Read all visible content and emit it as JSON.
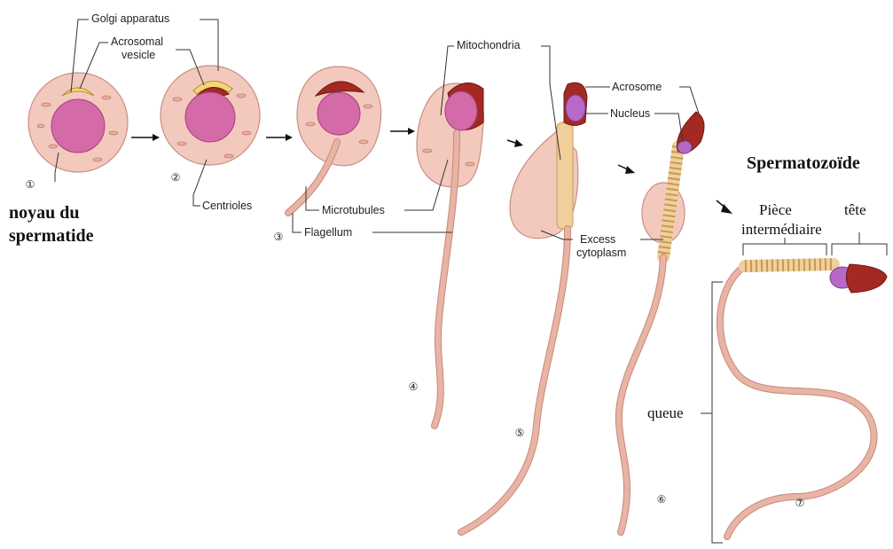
{
  "labels": {
    "golgi": "Golgi apparatus",
    "acrosomal_1": "Acrosomal",
    "acrosomal_2": "vesicle",
    "centrioles": "Centrioles",
    "mitochondria": "Mitochondria",
    "acrosome": "Acrosome",
    "nucleus": "Nucleus",
    "microtubules": "Microtubules",
    "flagellum": "Flagellum",
    "excess_1": "Excess",
    "excess_2": "cytoplasm"
  },
  "french_labels": {
    "noyau_1": "noyau du",
    "noyau_2": "spermatide",
    "spermatozoide": "Spermatozoïde",
    "piece_1": "Pièce",
    "piece_2": "intermédiaire",
    "tete": "tête",
    "queue": "queue"
  },
  "stages": [
    "①",
    "②",
    "③",
    "④",
    "⑤",
    "⑥",
    "⑦"
  ],
  "colors": {
    "cytoplasm": "#f3c9bd",
    "nucleus": "#d46aa8",
    "acrosome": "#a32a22",
    "mitochondria": "#f1cf9b",
    "tail": "#e7b4a5"
  }
}
